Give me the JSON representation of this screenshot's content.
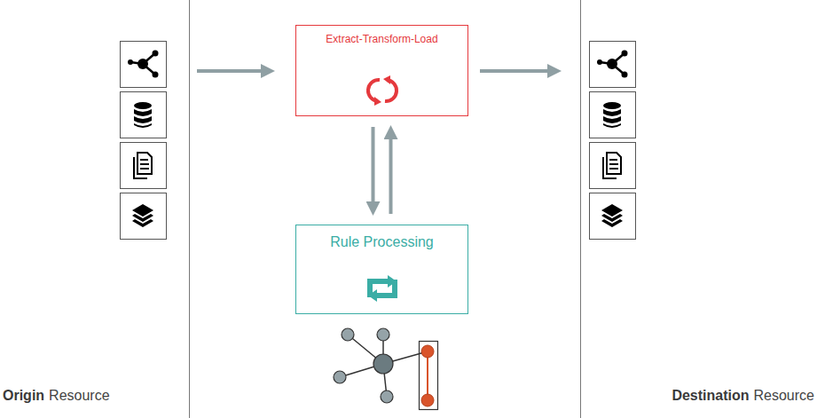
{
  "diagram": {
    "nodes": [
      {
        "text": [
          "Extract-Transform-Load"
        ]
      },
      {
        "text": [
          "Rule Processing"
        ]
      }
    ],
    "edges": [
      {
        "from": 0,
        "to": 1,
        "arrow": "to"
      },
      {
        "from": 1,
        "to": 0,
        "arrow": "to"
      }
    ],
    "labels": [
      "Origin",
      "Resource",
      "Destination",
      "Resource"
    ]
  }
}
